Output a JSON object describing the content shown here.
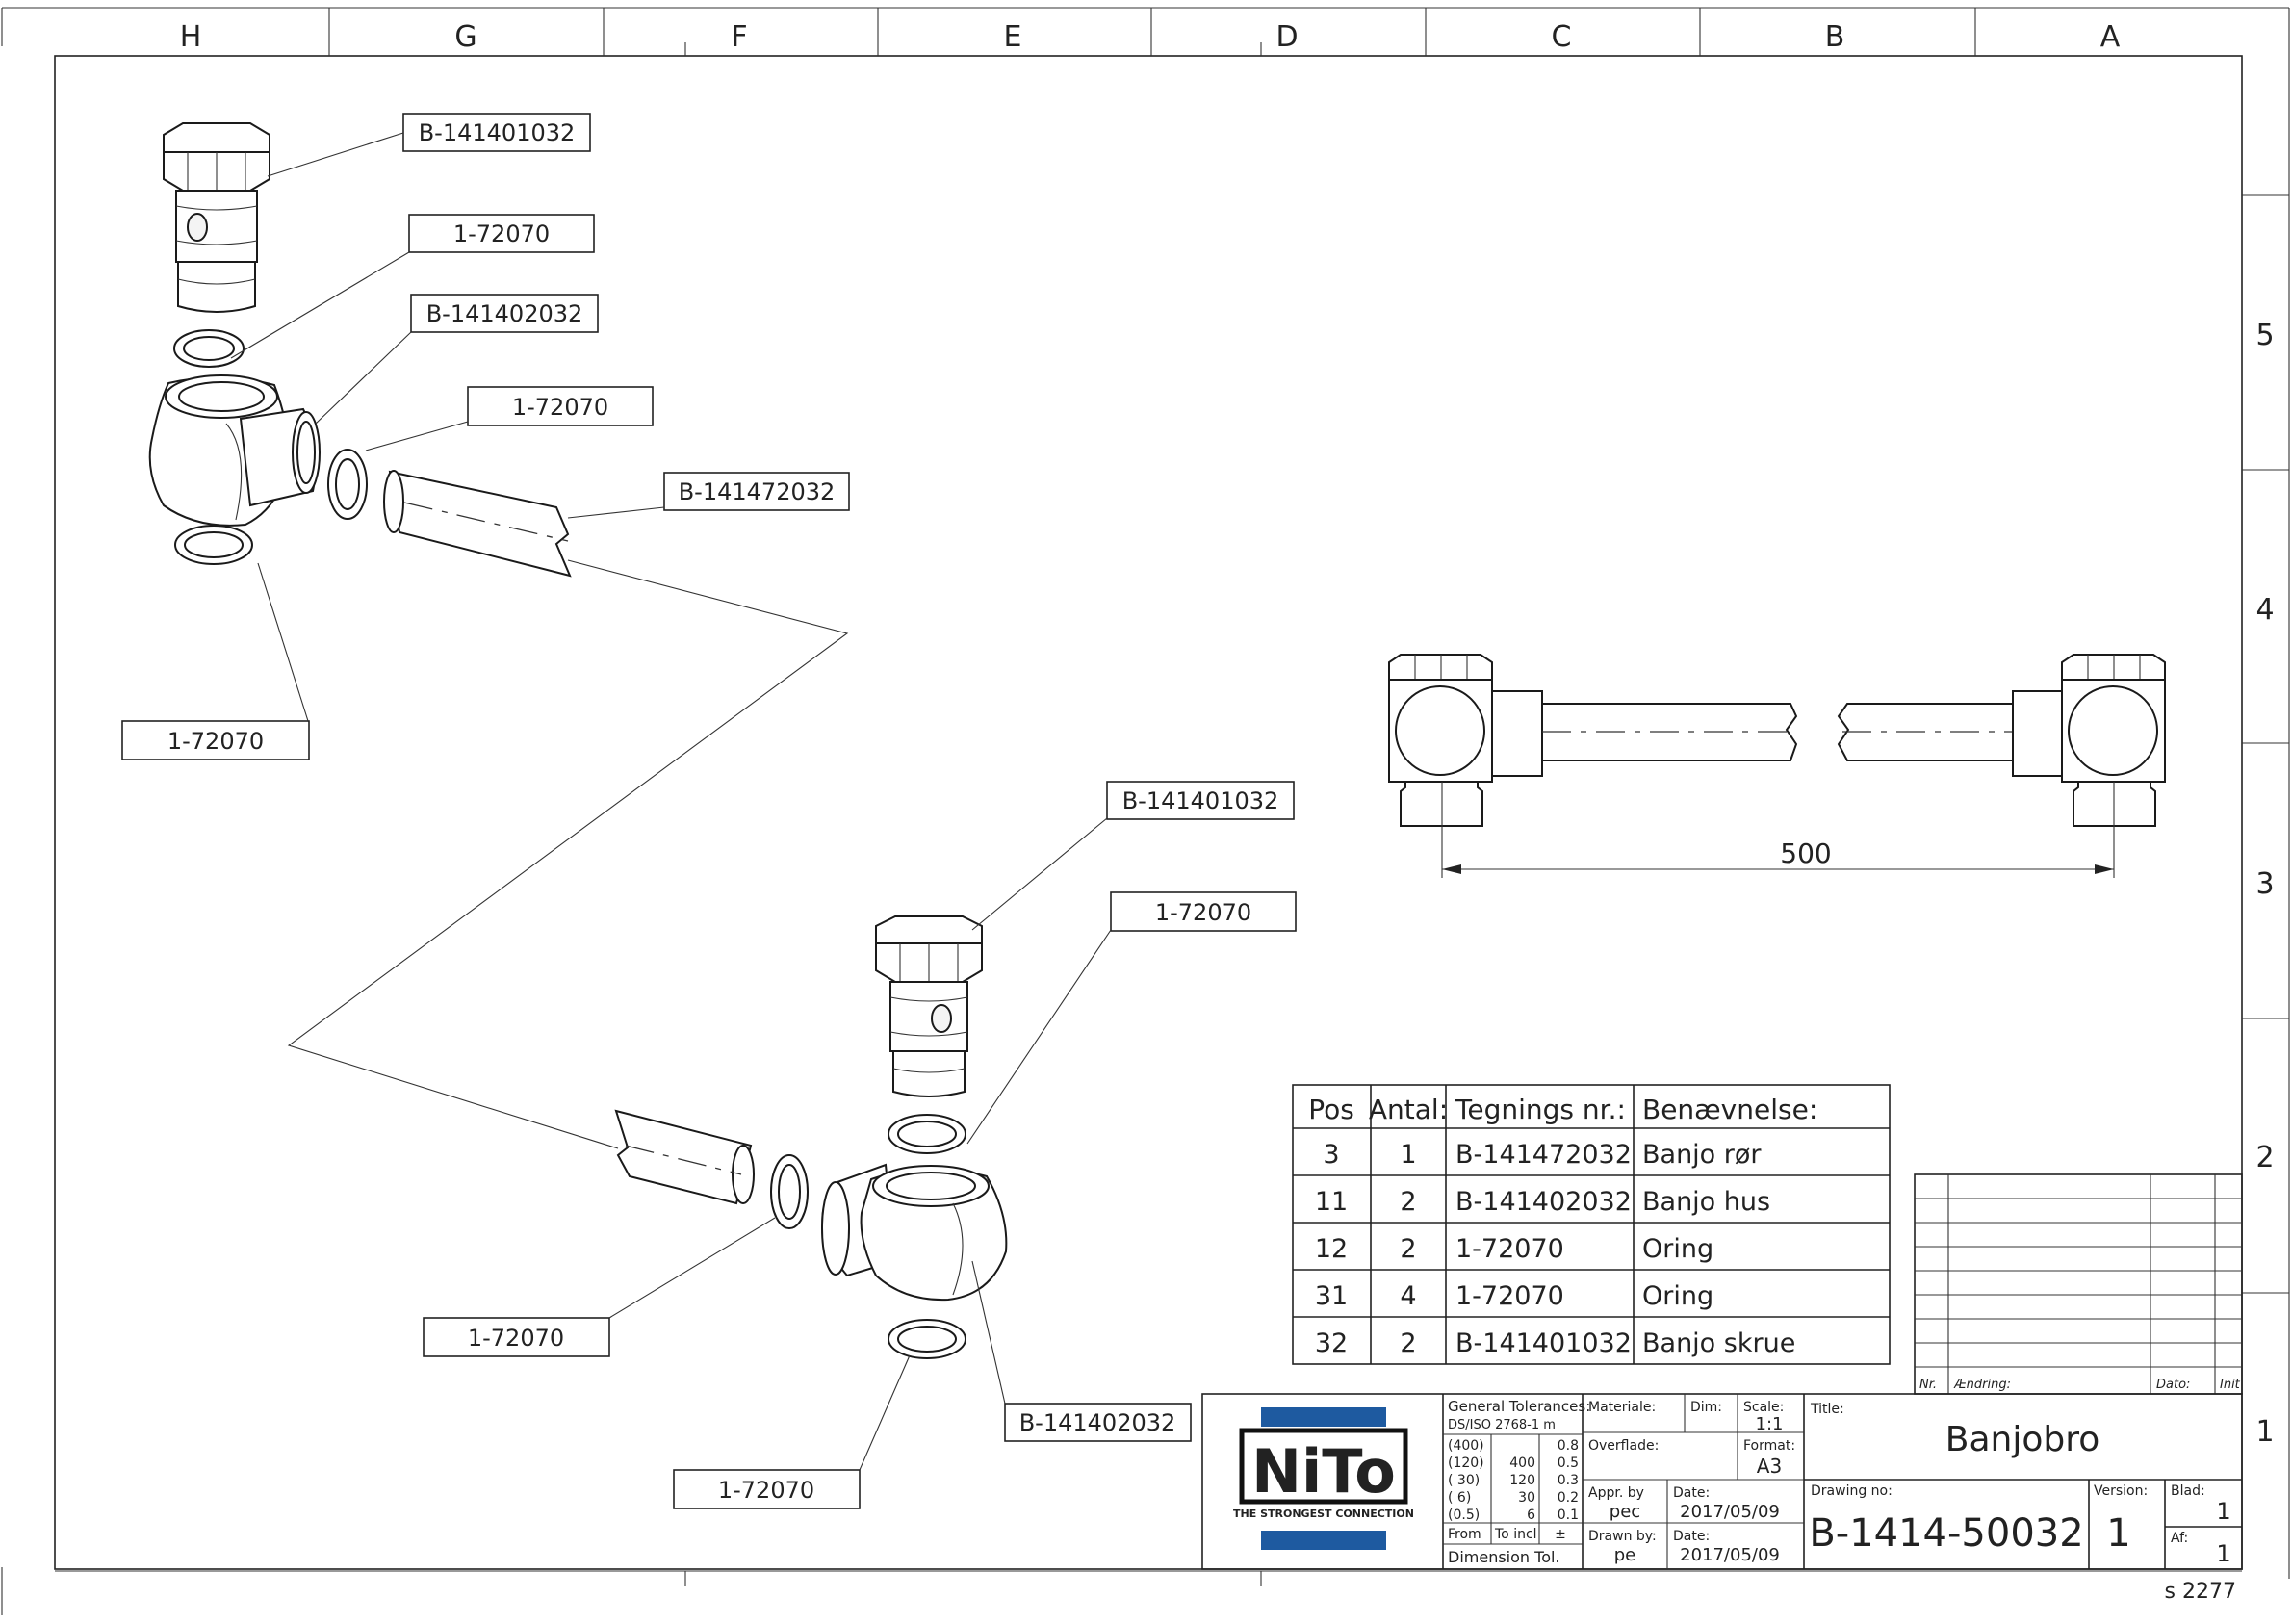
{
  "zones_top": [
    "H",
    "G",
    "F",
    "E",
    "D",
    "C",
    "B",
    "A"
  ],
  "zones_right": [
    "5",
    "4",
    "3",
    "2",
    "1"
  ],
  "callouts_top": [
    {
      "label": "B-141401032"
    },
    {
      "label": "1-72070"
    },
    {
      "label": "B-141402032"
    },
    {
      "label": "1-72070"
    },
    {
      "label": "B-141472032"
    },
    {
      "label": "1-72070"
    }
  ],
  "callouts_bottom": [
    {
      "label": "B-141401032"
    },
    {
      "label": "1-72070"
    },
    {
      "label": "1-72070"
    },
    {
      "label": "B-141402032"
    },
    {
      "label": "1-72070"
    }
  ],
  "dimension": "500",
  "bom": {
    "headers": [
      "Pos",
      "Antal:",
      "Tegnings nr.:",
      "Benævnelse:"
    ],
    "rows": [
      [
        "3",
        "1",
        "B-141472032",
        "Banjo rør"
      ],
      [
        "11",
        "2",
        "B-141402032",
        "Banjo hus"
      ],
      [
        "12",
        "2",
        "1-72070",
        "Oring"
      ],
      [
        "31",
        "4",
        "1-72070",
        "Oring"
      ],
      [
        "32",
        "2",
        "B-141401032",
        "Banjo skrue"
      ]
    ]
  },
  "revision": {
    "nr": "Nr.",
    "change": "Ændring:",
    "date": "Dato:",
    "init": "Init"
  },
  "logo": {
    "text": "NiTo",
    "tagline": "THE STRONGEST CONNECTION",
    "brand_color": "#1e5aa0"
  },
  "title_block": {
    "gen_tol_label": "General Tolerances:",
    "gen_tol_std": "DS/ISO 2768-1 m",
    "tol_rows": [
      [
        "(400)",
        "",
        "0.8"
      ],
      [
        "(120)",
        "400",
        "0.5"
      ],
      [
        "( 30)",
        "120",
        "0.3"
      ],
      [
        "(  6)",
        "30",
        "0.2"
      ],
      [
        "(0.5)",
        "6",
        "0.1"
      ]
    ],
    "from_label": "From",
    "to_label": "To incl",
    "pm_label": "±",
    "dim_tol_label": "Dimension  Tol.",
    "material_label": "Materiale:",
    "dim_label": "Dim:",
    "scale_label": "Scale:",
    "scale": "1:1",
    "surface_label": "Overflade:",
    "format_label": "Format:",
    "format": "A3",
    "appr_label": "Appr. by",
    "appr": "pec",
    "date_label": "Date:",
    "appr_date": "2017/05/09",
    "drawn_label": "Drawn by:",
    "drawn": "pe",
    "drawn_date": "2017/05/09",
    "title_label": "Title:",
    "title": "Banjobro",
    "drawing_no_label": "Drawing no:",
    "drawing_no": "B-1414-50032",
    "version_label": "Version:",
    "version": "1",
    "sheet_label": "Blad:",
    "sheet": "1",
    "of_label": "Af:",
    "of": "1"
  },
  "sheet_ref": "s 2277"
}
